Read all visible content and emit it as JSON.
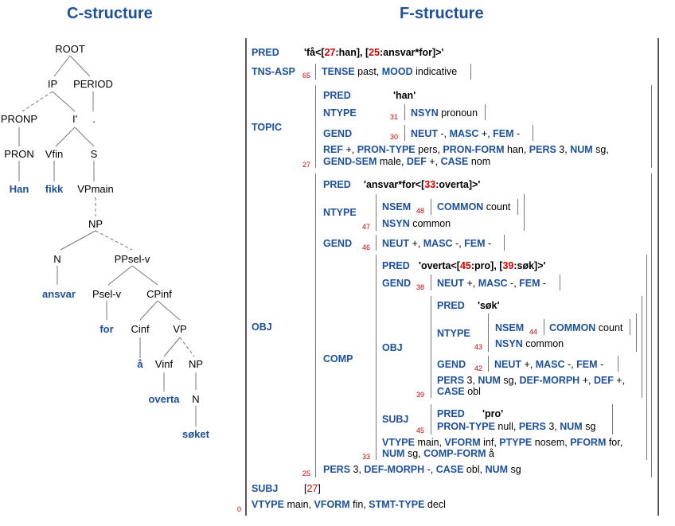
{
  "headers": {
    "c": "C-structure",
    "f": "F-structure"
  },
  "c_nodes": {
    "root": "ROOT",
    "ip": "IP",
    "period": "PERIOD",
    "pronp": "PRONP",
    "ibar": "I'",
    "dot": ".",
    "pron": "PRON",
    "vfin": "Vfin",
    "s": "S",
    "han": "Han",
    "fikk": "fikk",
    "vpmain": "VPmain",
    "np": "NP",
    "n": "N",
    "ppselv": "PPsel-v",
    "ansvar": "ansvar",
    "pselv": "Psel-v",
    "cpinf": "CPinf",
    "for": "for",
    "cinf": "Cinf",
    "vp": "VP",
    "aa": "å",
    "vinf": "Vinf",
    "np2": "NP",
    "overta": "overta",
    "n2": "N",
    "soket": "søket"
  },
  "f": {
    "pred_lbl": "PRED",
    "pred_q1": "'få<[",
    "pred_n1": "27",
    "pred_m1": ":han], [",
    "pred_n2": "25",
    "pred_m2": ":ansvar*for]>'",
    "tns_lbl": "TNS-ASP",
    "tns_idx": "65",
    "tense": "TENSE",
    "tense_v": " past, ",
    "mood": "MOOD",
    "mood_v": " indicative",
    "topic_lbl": "TOPIC",
    "t_pred": "PRED",
    "t_pred_v": "'han'",
    "t_ntype": "NTYPE",
    "t_ntype_idx": "31",
    "t_nsyn": "NSYN",
    "t_nsyn_v": " pronoun",
    "t_gend": "GEND",
    "t_gend_idx": "30",
    "t_neut": "NEUT",
    "t_neut_v": " -, ",
    "t_masc": "MASC",
    "t_masc_v": " +, ",
    "t_fem": "FEM",
    "t_fem_v": " -",
    "t_l1_ref": "REF",
    "t_l1_a": " +, ",
    "t_l1_pt": "PRON-TYPE",
    "t_l1_b": " pers, ",
    "t_l1_pf": "PRON-FORM",
    "t_l1_c": " han, ",
    "t_l1_pers": "PERS",
    "t_l1_d": " 3, ",
    "t_l1_num": "NUM",
    "t_l1_e": " sg,",
    "t_l2_gs": "GEND-SEM",
    "t_l2_a": " male, ",
    "t_l2_def": "DEF",
    "t_l2_b": " +, ",
    "t_l2_case": "CASE",
    "t_l2_c": " nom",
    "topic_idx": "27",
    "obj_lbl": "OBJ",
    "o_pred": "PRED",
    "o_pred_q1": "'ansvar*for<[",
    "o_pred_n": "33",
    "o_pred_m": ":overta]>'",
    "o_ntype": "NTYPE",
    "o_ntype_idx": "47",
    "o_nsem": "NSEM",
    "o_nsem_idx": "48",
    "o_common": "COMMON",
    "o_common_v": " count",
    "o_nsyn": "NSYN",
    "o_nsyn_v": " common",
    "o_gend": "GEND",
    "o_gend_idx": "46",
    "o_neut": "NEUT",
    "o_neut_v": " +, ",
    "o_masc": "MASC",
    "o_masc_v": " -, ",
    "o_fem": "FEM",
    "o_fem_v": " -",
    "comp_lbl": "COMP",
    "c_pred": "PRED",
    "c_pred_q1": "'overta<[",
    "c_pred_n1": "45",
    "c_pred_m1": ":pro], [",
    "c_pred_n2": "39",
    "c_pred_m2": ":søk]>'",
    "c_gend": "GEND",
    "c_gend_idx": "38",
    "c_neut": "NEUT",
    "c_neut_v": " +, ",
    "c_masc": "MASC",
    "c_masc_v": " -, ",
    "c_fem": "FEM",
    "c_fem_v": " -",
    "cobj_lbl": "OBJ",
    "co_pred": "PRED",
    "co_pred_v": "'søk'",
    "co_ntype": "NTYPE",
    "co_ntype_idx": "43",
    "co_nsem": "NSEM",
    "co_nsem_idx": "44",
    "co_common": "COMMON",
    "co_common_v": " count",
    "co_nsyn": "NSYN",
    "co_nsyn_v": " common",
    "co_gend": "GEND",
    "co_gend_idx": "42",
    "co_neut": "NEUT",
    "co_neut_v": " +, ",
    "co_masc": "MASC",
    "co_masc_v": " -, ",
    "co_fem": "FEM",
    "co_fem_v": " -",
    "co_l1_pers": "PERS",
    "co_l1_a": " 3, ",
    "co_l1_num": "NUM",
    "co_l1_b": " sg, ",
    "co_l1_dm": "DEF-MORPH",
    "co_l1_c": " +, ",
    "co_l1_def": "DEF",
    "co_l1_d": " +,",
    "co_l2_case": "CASE",
    "co_l2_a": " obl",
    "cobj_idx": "39",
    "subj_lbl": "SUBJ",
    "s_pred": "PRED",
    "s_pred_v": "'pro'",
    "s_idx": "45",
    "s_pt": "PRON-TYPE",
    "s_pt_v": " null, ",
    "s_pers": "PERS",
    "s_pers_v": " 3, ",
    "s_num": "NUM",
    "s_num_v": " sg",
    "c_l1_vt": "VTYPE",
    "c_l1_a": " main, ",
    "c_l1_vf": "VFORM",
    "c_l1_b": " inf, ",
    "c_l1_pt": "PTYPE",
    "c_l1_c": " nosem, ",
    "c_l1_pf": "PFORM",
    "c_l1_d": " for,",
    "c_l2_num": "NUM",
    "c_l2_a": " sg, ",
    "c_l2_cf": "COMP-FORM",
    "c_l2_b": " å",
    "comp_idx": "33",
    "o_l_pers": "PERS",
    "o_l_a": " 3, ",
    "o_l_dm": "DEF-MORPH",
    "o_l_b": " -, ",
    "o_l_case": "CASE",
    "o_l_c": " obl, ",
    "o_l_num": "NUM",
    "o_l_d": " sg",
    "obj_idx": "25",
    "subj2_lbl": "SUBJ",
    "subj2_a": "[",
    "subj2_n": "27",
    "subj2_b": "]",
    "root_idx": "0",
    "r_vt": "VTYPE",
    "r_a": " main, ",
    "r_vf": "VFORM",
    "r_b": " fin, ",
    "r_st": "STMT-TYPE",
    "r_c": " decl"
  }
}
